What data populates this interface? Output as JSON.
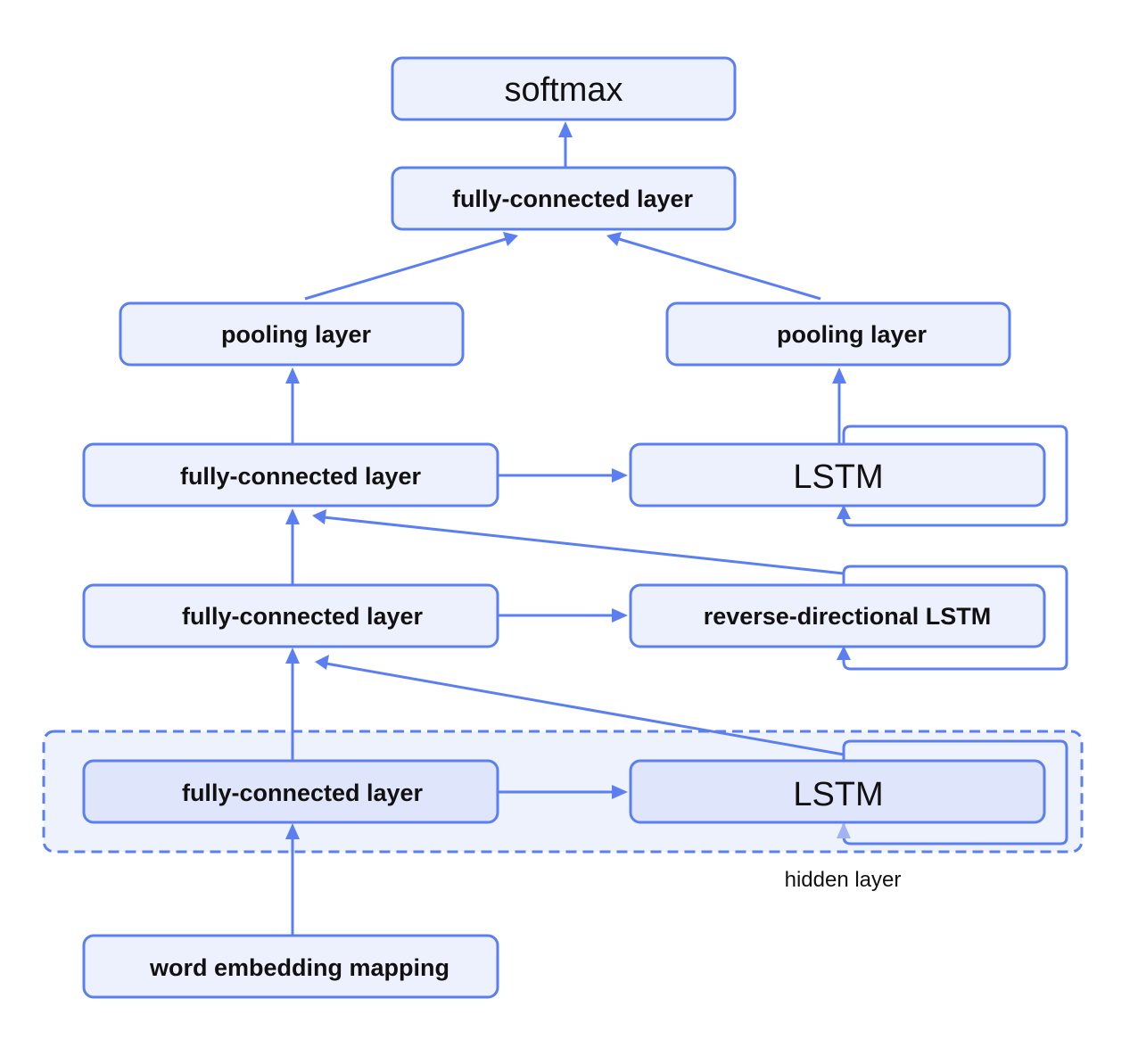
{
  "diagram": {
    "nodes": {
      "softmax": {
        "label": "softmax"
      },
      "fc_top": {
        "label": "fully-connected layer"
      },
      "pool_left": {
        "label": "pooling layer"
      },
      "pool_right": {
        "label": "pooling layer"
      },
      "fc3": {
        "label": "fully-connected layer"
      },
      "lstm3": {
        "label": "LSTM"
      },
      "fc2": {
        "label": "fully-connected layer"
      },
      "rlstm2": {
        "label": "reverse-directional LSTM"
      },
      "fc1": {
        "label": "fully-connected layer"
      },
      "lstm1": {
        "label": "LSTM"
      },
      "embed": {
        "label": "word embedding mapping"
      }
    },
    "group": {
      "label": "hidden layer"
    },
    "edges": [
      {
        "from": "embed",
        "to": "fc1"
      },
      {
        "from": "fc1",
        "to": "lstm1"
      },
      {
        "from": "fc1",
        "to": "fc2"
      },
      {
        "from": "lstm1",
        "to": "fc2"
      },
      {
        "from": "fc2",
        "to": "rlstm2"
      },
      {
        "from": "fc2",
        "to": "fc3"
      },
      {
        "from": "rlstm2",
        "to": "fc3"
      },
      {
        "from": "fc3",
        "to": "lstm3"
      },
      {
        "from": "fc3",
        "to": "pool_left"
      },
      {
        "from": "lstm3",
        "to": "pool_right"
      },
      {
        "from": "pool_left",
        "to": "fc_top"
      },
      {
        "from": "pool_right",
        "to": "fc_top"
      },
      {
        "from": "fc_top",
        "to": "softmax"
      },
      {
        "from": "lstm3",
        "to": "lstm3",
        "type": "recurrent"
      },
      {
        "from": "rlstm2",
        "to": "rlstm2",
        "type": "recurrent"
      },
      {
        "from": "lstm1",
        "to": "lstm1",
        "type": "recurrent"
      }
    ],
    "colors": {
      "stroke": "#5b7ff0",
      "node_fill": "#edf1fd",
      "highlight_fill": "#dfe5fb",
      "text": "#111111"
    }
  }
}
